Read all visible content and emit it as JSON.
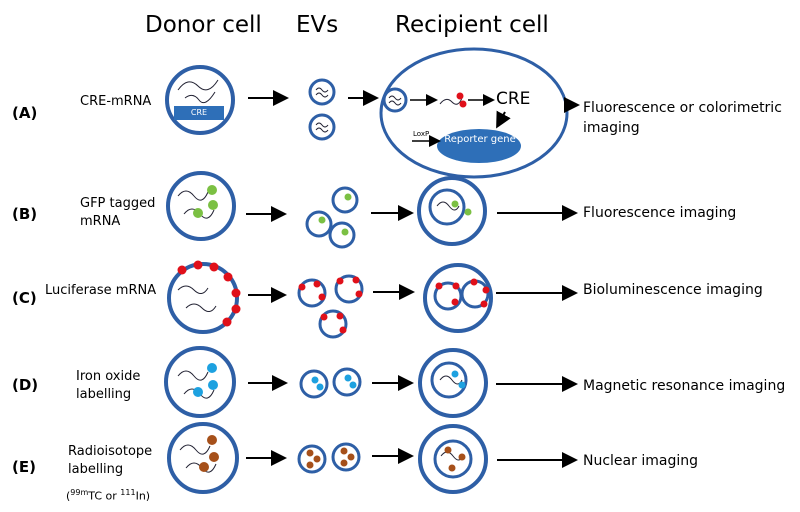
{
  "headers": {
    "donor": "Donor cell",
    "evs": "EVs",
    "recipient": "Recipient cell"
  },
  "rows": [
    {
      "label": "(A)",
      "source": "CRE-mRNA",
      "output": "Fluorescence or colorimetric imaging"
    },
    {
      "label": "(B)",
      "source": "GFP tagged mRNA",
      "output": "Fluorescence imaging"
    },
    {
      "label": "(C)",
      "source": "Luciferase mRNA",
      "output": "Bioluminescence imaging"
    },
    {
      "label": "(D)",
      "source": "Iron oxide labelling",
      "output": "Magnetic resonance imaging"
    },
    {
      "label": "(E)",
      "source": "Radioisotope labelling",
      "output": "Nuclear imaging"
    }
  ],
  "row_a": {
    "cre_box": "CRE",
    "cre_text": "CRE",
    "loxp": "LoxP",
    "reporter_gene": "Reporter gene"
  },
  "row_e_isotopes": {
    "prefix": "(",
    "sup1": "99m",
    "mid": "TC or ",
    "sup2": "111",
    "suffix": "In)"
  },
  "colors": {
    "membrane": "#2e5fa6",
    "gfp": "#7bc043",
    "luciferase": "#e0101a",
    "iron_oxide": "#1da1e0",
    "radioisotope": "#a6501a",
    "reporter": "#2e6fb8"
  }
}
